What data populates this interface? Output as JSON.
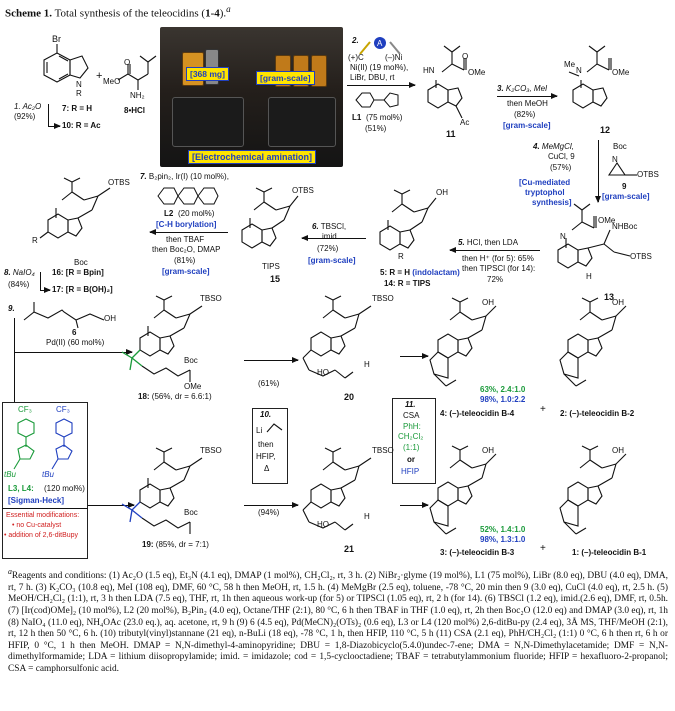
{
  "title": {
    "label": "Scheme 1.",
    "text": "Total synthesis of the teleocidins (",
    "bold_range": "1-4",
    "close": ").",
    "note": "a"
  },
  "colors": {
    "blue": "#1f3fbf",
    "green": "#1a9a3a",
    "red": "#d02020",
    "yellow": "#ffe400"
  },
  "start": {
    "br": "Br",
    "nh": "N",
    "r": "R",
    "step1": "1. Ac₂O",
    "yield1": "(92%)",
    "c7": "7: R = H",
    "c10": "10: R = Ac",
    "plus": "+",
    "meo": "MeO",
    "nh2": "NH₂",
    "o": "O",
    "c8": "8•HCl"
  },
  "photo": {
    "mass": "[368 mg]",
    "scale": "[gram-scale]",
    "caption": "[Electrochemical amination]"
  },
  "step2": {
    "label": "2.",
    "ni": "(+)C",
    "ni2": "(–)Ni",
    "cond1": "Ni(II) (19 mol%),",
    "cond2": "LiBr, DBU, rt",
    "l1": "L1",
    "l1_load": "(75 mol%)",
    "yield": "(51%)"
  },
  "c11": {
    "num": "11",
    "hn": "HN",
    "ome": "OMe",
    "ac": "Ac",
    "o": "O"
  },
  "step3": {
    "label": "3.",
    "cond": "K₂CO₃, MeI",
    "then": "then MeOH",
    "yield": "(82%)",
    "scale": "[gram-scale]"
  },
  "c12": {
    "num": "12",
    "n": "N",
    "ome": "OMe",
    "me": "Me"
  },
  "step4": {
    "label": "4.",
    "cond1": "MeMgCl,",
    "cond2": "CuCl, 9",
    "yield": "(57%)",
    "tag1": "[Cu-mediated",
    "tag2": "tryptophol",
    "tag3": "synthesis]"
  },
  "c9": {
    "boc": "Boc",
    "n": "N",
    "otbs": "OTBS",
    "num": "9",
    "scale": "[gram-scale]"
  },
  "c13": {
    "num": "13",
    "nhboc": "NHBoc",
    "otbs": "OTBS",
    "ome": "OMe",
    "n": "N",
    "h": "H"
  },
  "step5": {
    "label": "5.",
    "cond": "HCl, then LDA",
    "then": "then H⁺ (for 5): 65%",
    "then2": "then TIPSCl (for 14):",
    "yield": "72%"
  },
  "c5": {
    "l1": "5: R = H",
    "l1b": "(indolactam)",
    "l2": "14: R = TIPS",
    "oh": "OH",
    "r": "R"
  },
  "step6": {
    "label": "6.",
    "cond1": "TBSCl,",
    "cond2": "imid",
    "yield": "(72%)",
    "scale": "[gram-scale]"
  },
  "c15": {
    "num": "15",
    "otbs": "OTBS",
    "tips": "TIPS"
  },
  "step7": {
    "label": "7.",
    "cond1": "B₂pin₂, Ir(I) (10 mol%),",
    "l2": "L2",
    "l2_load": "(20 mol%)",
    "tag": "[C-H borylation]",
    "then1": "then TBAF",
    "then2": "then Boc₂O, DMAP",
    "yield": "(81%)",
    "scale": "[gram-scale]"
  },
  "c16": {
    "l1": "16: [R = Bpin]",
    "l2": "17: [R = B(OH)₂]",
    "otbs": "OTBS",
    "boc": "Boc",
    "r": "R"
  },
  "step8": {
    "label": "8.",
    "cond": "NaIO₄",
    "yield": "(84%)"
  },
  "step9": {
    "label": "9.",
    "oh": "OH",
    "six": "6",
    "cond": "Pd(II) (60 mol%)"
  },
  "ligands": {
    "cf3": "CF₃",
    "tbu": "tBu",
    "label": "L3, L4:",
    "load": "(120 mol%)",
    "tag": "[Sigman-Heck]"
  },
  "essential": {
    "title": "Essential modifications:",
    "m1": "• no Cu-catalyst",
    "m2": "• addition of 2,6-ditBupy"
  },
  "c18": {
    "label": "18:",
    "detail": "(56%, dr = 6.6:1)",
    "tbso": "TBSO",
    "boc": "Boc",
    "ome": "OMe"
  },
  "c19": {
    "label": "19:",
    "detail": "(85%, dr = 7:1)",
    "tbso": "TBSO",
    "boc": "Boc"
  },
  "step10": {
    "label": "10.",
    "li": "Li",
    "then": "then",
    "hfip": "HFIP,",
    "delta": "Δ",
    "yield_top": "(61%)",
    "yield_bot": "(94%)"
  },
  "c20": {
    "num": "20",
    "tbso": "TBSO",
    "ho": "HO",
    "h": "H"
  },
  "c21": {
    "num": "21",
    "tbso": "TBSO",
    "ho": "HO",
    "h": "H"
  },
  "step11": {
    "label": "11.",
    "csa": "CSA",
    "phh": "PhH:",
    "ch2cl2": "CH₂Cl₂",
    "ratio": "(1:1)",
    "or": "or",
    "hfip": "HFIP"
  },
  "products": {
    "p4": "4: (–)-teleocidin B-4",
    "p2": "2: (–)-teleocidin B-2",
    "p3": "3: (–)-teleocidin B-3",
    "p1": "1: (–)-teleocidin B-1",
    "top_green": "63%, 2.4:1.0",
    "top_blue": "98%, 1.0:2.2",
    "bot_green": "52%, 1.4:1.0",
    "bot_blue": "98%, 1.3:1.0",
    "oh": "OH",
    "h": "H",
    "n": "N",
    "plus": "+"
  },
  "footnote": {
    "marker": "a",
    "text": "Reagents and conditions: (1) Ac₂O (1.5 eq), Et₃N (4.1 eq), DMAP (1 mol%), CH₂Cl₂, rt, 3 h. (2) NiBr₂·glyme (19 mol%), L1 (75 mol%), LiBr (8.0 eq), DBU (4.0 eq), DMA, rt, 7 h. (3) K₂CO₃ (10.8 eq), MeI (108 eq), DMF, 60 °C, 58 h then MeOH, rt, 1.5 h. (4) MeMgBr (2.5 eq), toluene, -78 °C, 20 min then 9 (3.0 eq), CuCl (4.0 eq), rt, 2.5 h. (5) MeOH/CH₂Cl₂ (1:1), rt, 3 h then LDA (7.5 eq), THF, rt, 1h then aqueous work-up (for 5) or TIPSCl (1.05 eq), rt, 2 h (for 14). (6) TBSCl (1.2 eq), imid.(2.6 eq), DMF, rt, 0.5h. (7) [Ir(cod)OMe]₂ (10 mol%), L2 (20 mol%), B₂Pin₂ (4.0 eq), Octane/THF (2:1), 80 °C, 6 h then TBAF in THF (1.0 eq), rt, 2h then Boc₂O (12.0 eq) and DMAP (3.0 eq), rt, 1h (8) NaIO₄ (11.0 eq), NH₄OAc (23.0 eq.), aq. acetone, rt, 9 h (9) 6 (4.5 eq), Pd(MeCN)₂(OTs)₂ (0.6 eq), L3 or L4 (120 mol%) 2,6-ditBu-py (2.4 eq), 3Å MS, THF/MeOH (2:1), rt, 12 h then 50 °C, 6 h. (10) tributyl(vinyl)stannane (21 eq), n-BuLi (18 eq), -78 °C, 1 h, then HFIP, 110 °C, 5 h (11) CSA (2.1 eq), PhH/CH₂Cl₂ (1:1) 0 °C, 6 h then rt, 6 h or HFIP, 0 °C, 1 h then MeOH. DMAP = N,N-dimethyl-4-aminopyridine; DBU = 1,8-Diazobicyclo(5.4.0)undec-7-ene; DMA = N,N-Dimethylacetamide; DMF = N,N-dimethylformamide; LDA = lithium diisopropylamide; imid. = imidazole; cod = 1,5-cyclooctadiene; TBAF = tetrabutylammonium fluoride; HFIP = hexafluoro-2-propanol; CSA = camphorsulfonic acid."
  }
}
